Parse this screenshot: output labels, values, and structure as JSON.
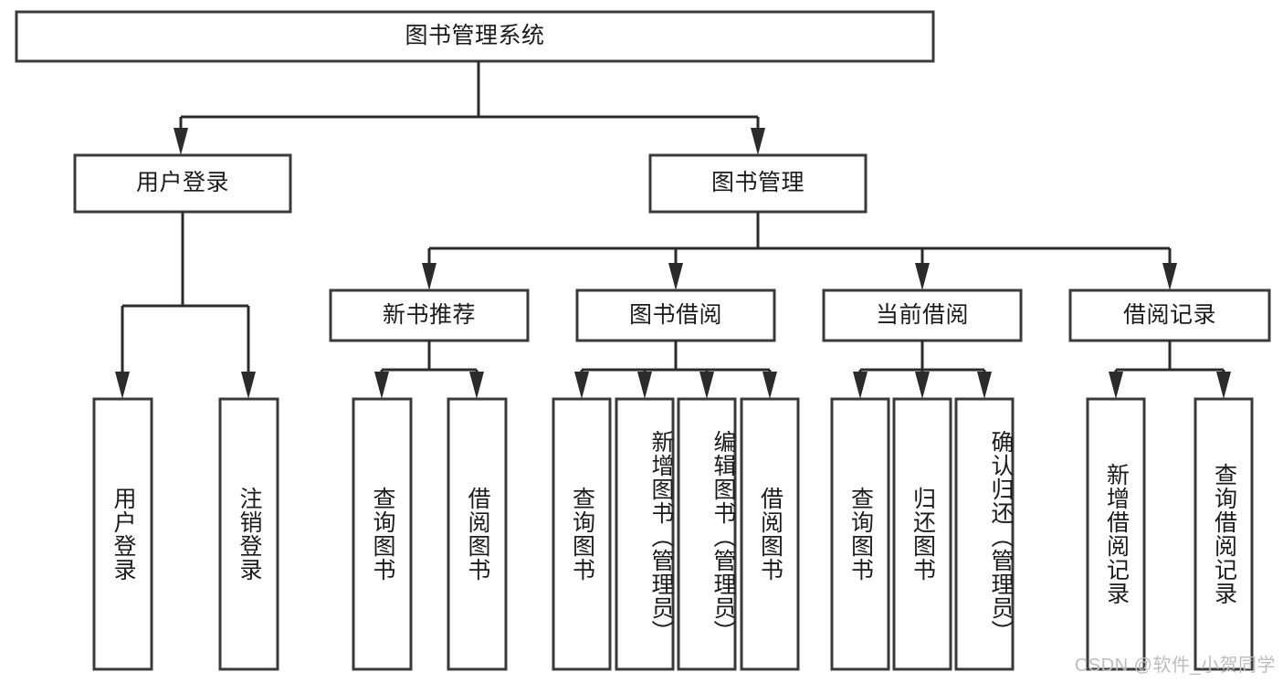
{
  "diagram": {
    "type": "tree-hierarchy",
    "title": "图书管理系统",
    "watermark": "CSDN @软件_小贺同学",
    "colors": {
      "box_fill": "#ffffff",
      "box_stroke": "#3a3a3a",
      "connector": "#2b2b2b",
      "text": "#1b1b1b",
      "watermark": "#bdbdbd",
      "background": "#ffffff"
    },
    "root": {
      "label": "图书管理系统"
    },
    "level2": [
      {
        "label": "用户登录"
      },
      {
        "label": "图书管理"
      }
    ],
    "level3": [
      {
        "label": "新书推荐"
      },
      {
        "label": "图书借阅"
      },
      {
        "label": "当前借阅"
      },
      {
        "label": "借阅记录"
      }
    ],
    "leaves": {
      "user_login": [
        {
          "label": "用户登录"
        },
        {
          "label": "注销登录"
        }
      ],
      "new_book_recommend": [
        {
          "label": "查询图书"
        },
        {
          "label": "借阅图书"
        }
      ],
      "book_borrow": [
        {
          "label": "查询图书"
        },
        {
          "label": "新增图书（管理员）"
        },
        {
          "label": "编辑图书（管理员）"
        },
        {
          "label": "借阅图书"
        }
      ],
      "current_borrow": [
        {
          "label": "查询图书"
        },
        {
          "label": "归还图书"
        },
        {
          "label": "确认归还（管理员）"
        }
      ],
      "borrow_record": [
        {
          "label": "新增借阅记录"
        },
        {
          "label": "查询借阅记录"
        }
      ]
    }
  }
}
